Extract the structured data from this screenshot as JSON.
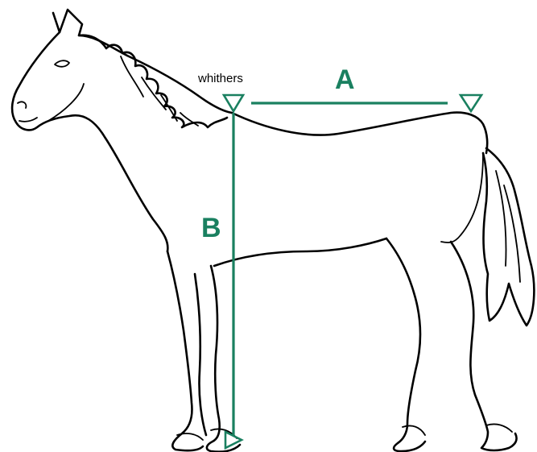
{
  "labels": {
    "landmark": "whithers",
    "measure_a": "A",
    "measure_b": "B"
  },
  "colors": {
    "measure": "#1a8060",
    "outline": "#000000",
    "background": "#ffffff"
  },
  "icons": {
    "landmark_marker": "down-triangle-outline",
    "end_marker": "down-triangle-outline",
    "ground_marker": "right-triangle-outline"
  }
}
